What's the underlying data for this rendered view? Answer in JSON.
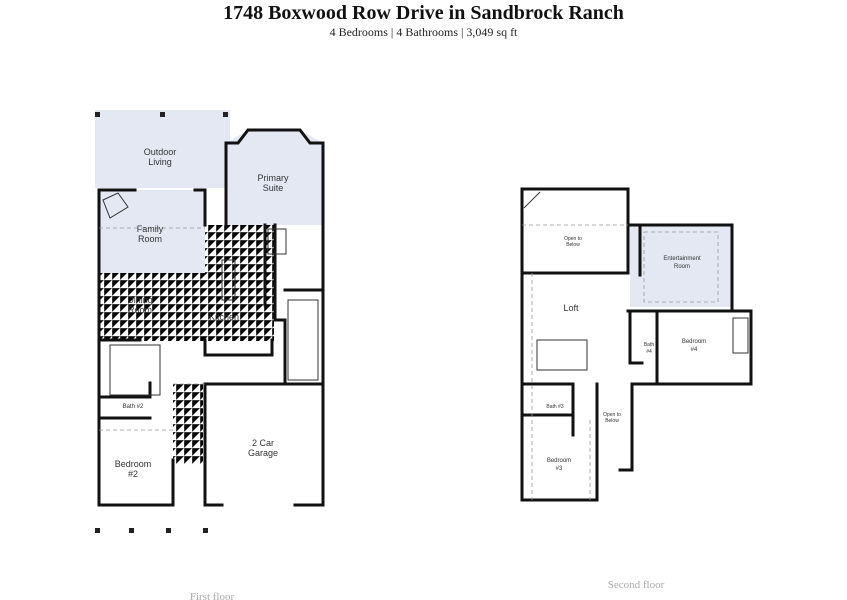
{
  "header": {
    "title": "1748 Boxwood Row Drive in Sandbrock Ranch",
    "subtitle": "4 Bedrooms | 4 Bathrooms | 3,049 sq ft"
  },
  "colors": {
    "shaded_room": "#e3e8f3",
    "wall": "#111111"
  },
  "first_floor": {
    "label": "First floor",
    "rooms": {
      "outdoor_living": [
        "Outdoor",
        "Living"
      ],
      "primary_suite": [
        "Primary",
        "Suite"
      ],
      "family_room": [
        "Family",
        "Room"
      ],
      "dining_room": [
        "Dining",
        "Room"
      ],
      "kitchen": "Kitchen",
      "bath2": "Bath #2",
      "bedroom2": [
        "Bedroom",
        "#2"
      ],
      "garage": [
        "2 Car",
        "Garage"
      ]
    }
  },
  "second_floor": {
    "label": "Second floor",
    "rooms": {
      "open_below_1": [
        "Open to",
        "Below"
      ],
      "entertainment": [
        "Entertainment",
        "Room"
      ],
      "loft": "Loft",
      "bath4": [
        "Bath",
        "#4"
      ],
      "bedroom4": [
        "Bedroom",
        "#4"
      ],
      "bath3": "Bath #3",
      "open_below_2": [
        "Open to",
        "Below"
      ],
      "bedroom3": [
        "Bedroom",
        "#3"
      ]
    }
  }
}
